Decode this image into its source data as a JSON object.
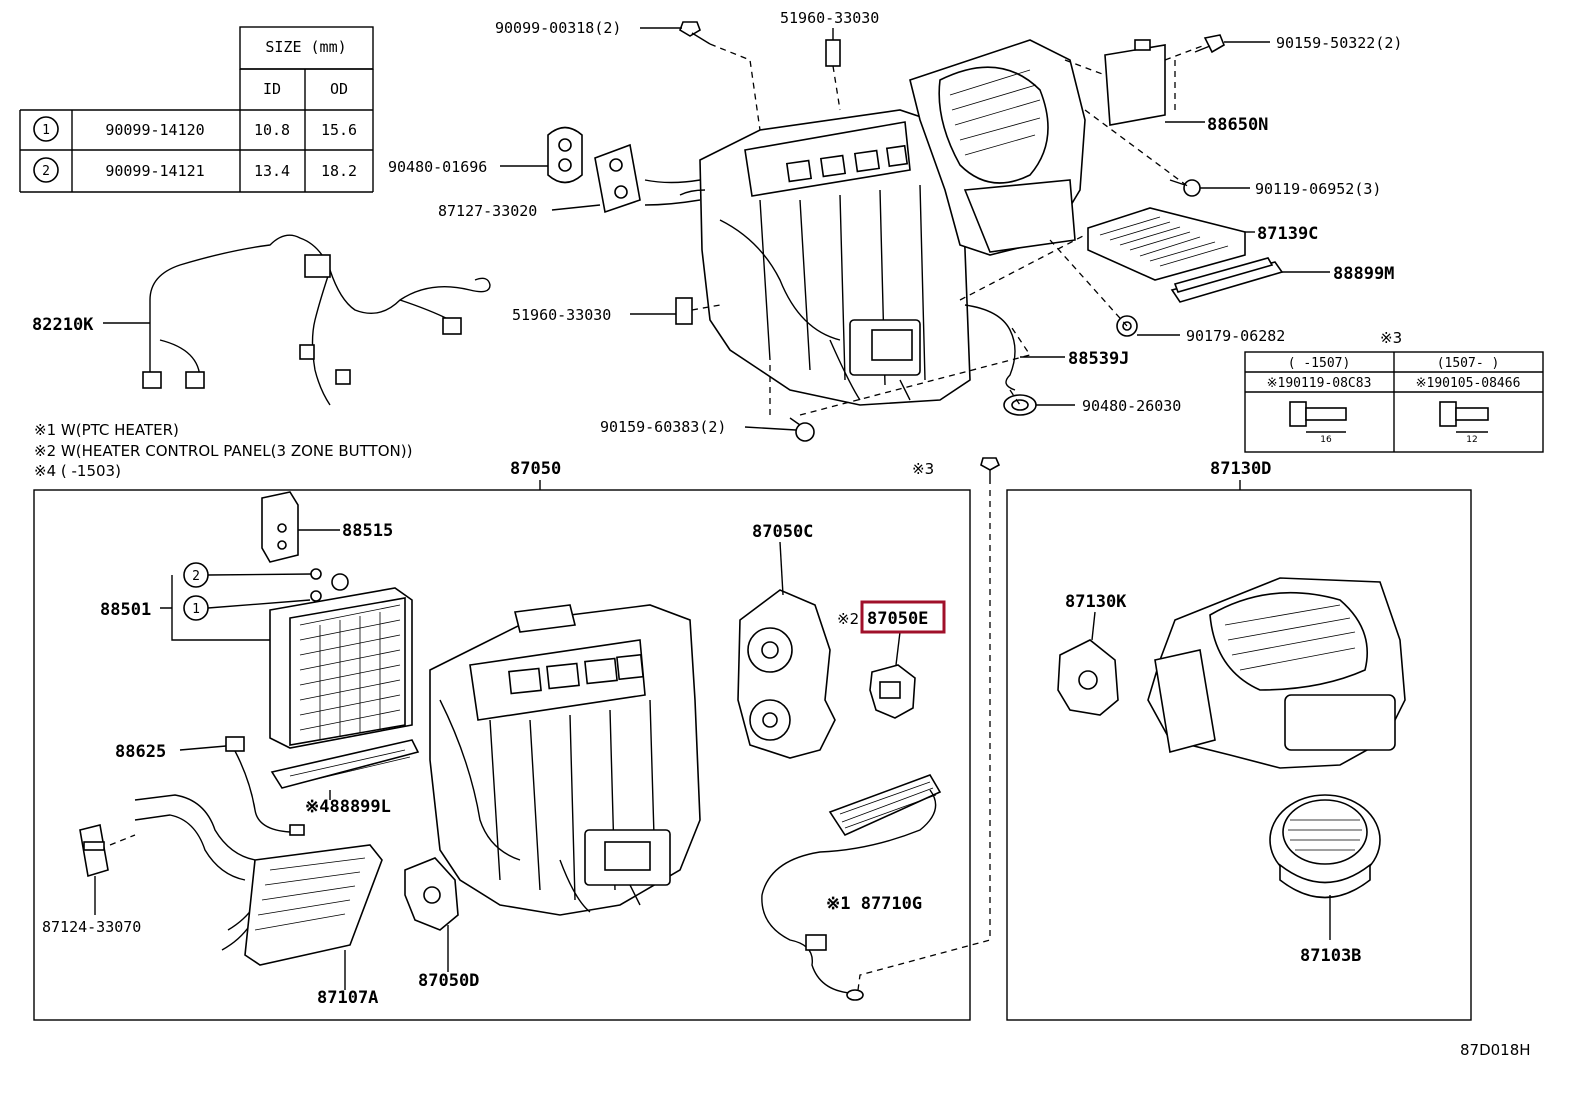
{
  "size_table": {
    "header": "SIZE (mm)",
    "col_id": "ID",
    "col_od": "OD",
    "rows": [
      {
        "num": "1",
        "part": "90099-14120",
        "id": "10.8",
        "od": "15.6"
      },
      {
        "num": "2",
        "part": "90099-14121",
        "id": "13.4",
        "od": "18.2"
      }
    ]
  },
  "notes": {
    "n1": "※1 W(PTC HEATER)",
    "n2": "※2 W(HEATER CONTROL PANEL(3 ZONE BUTTON))",
    "n4": "※4 (       -1503)"
  },
  "upper_labels": {
    "p90099_00318": "90099-00318(2)",
    "p51960_top": "51960-33030",
    "p90159_50322": "90159-50322(2)",
    "p88650N": "88650N",
    "p90480_01696": "90480-01696",
    "p87127": "87127-33020",
    "p90119_06952": "90119-06952(3)",
    "p87139C": "87139C",
    "p88899M": "88899M",
    "p82210K": "82210K",
    "p51960_mid": "51960-33030",
    "p90179": "90179-06282",
    "p88539J": "88539J",
    "p90480_26030": "90480-26030",
    "p90159_60383": "90159-60383(2)"
  },
  "bolt_table": {
    "title": "※3",
    "col1_head": "(     -1507)",
    "col2_head": "(1507-     )",
    "col1_part": "※190119-08C83",
    "col2_part": "※190105-08466",
    "col1_len": "16",
    "col2_len": "12"
  },
  "group_labels": {
    "g87050": "87050",
    "g87130D": "87130D",
    "ref3": "※3"
  },
  "lower_left_labels": {
    "p88515": "88515",
    "p88501": "88501",
    "p87050C": "87050C",
    "p87050E": "87050E",
    "p87050E_prefix": "※2",
    "p88625": "88625",
    "p88899L": "※488899L",
    "p87124": "87124-33070",
    "p87710G": "※1 87710G",
    "p87107A": "87107A",
    "p87050D": "87050D",
    "circle1": "1",
    "circle2": "2"
  },
  "lower_right_labels": {
    "p87130K": "87130K",
    "p87103B": "87103B"
  },
  "diagram_code": "87D018H",
  "highlight_color": "#a0102a"
}
